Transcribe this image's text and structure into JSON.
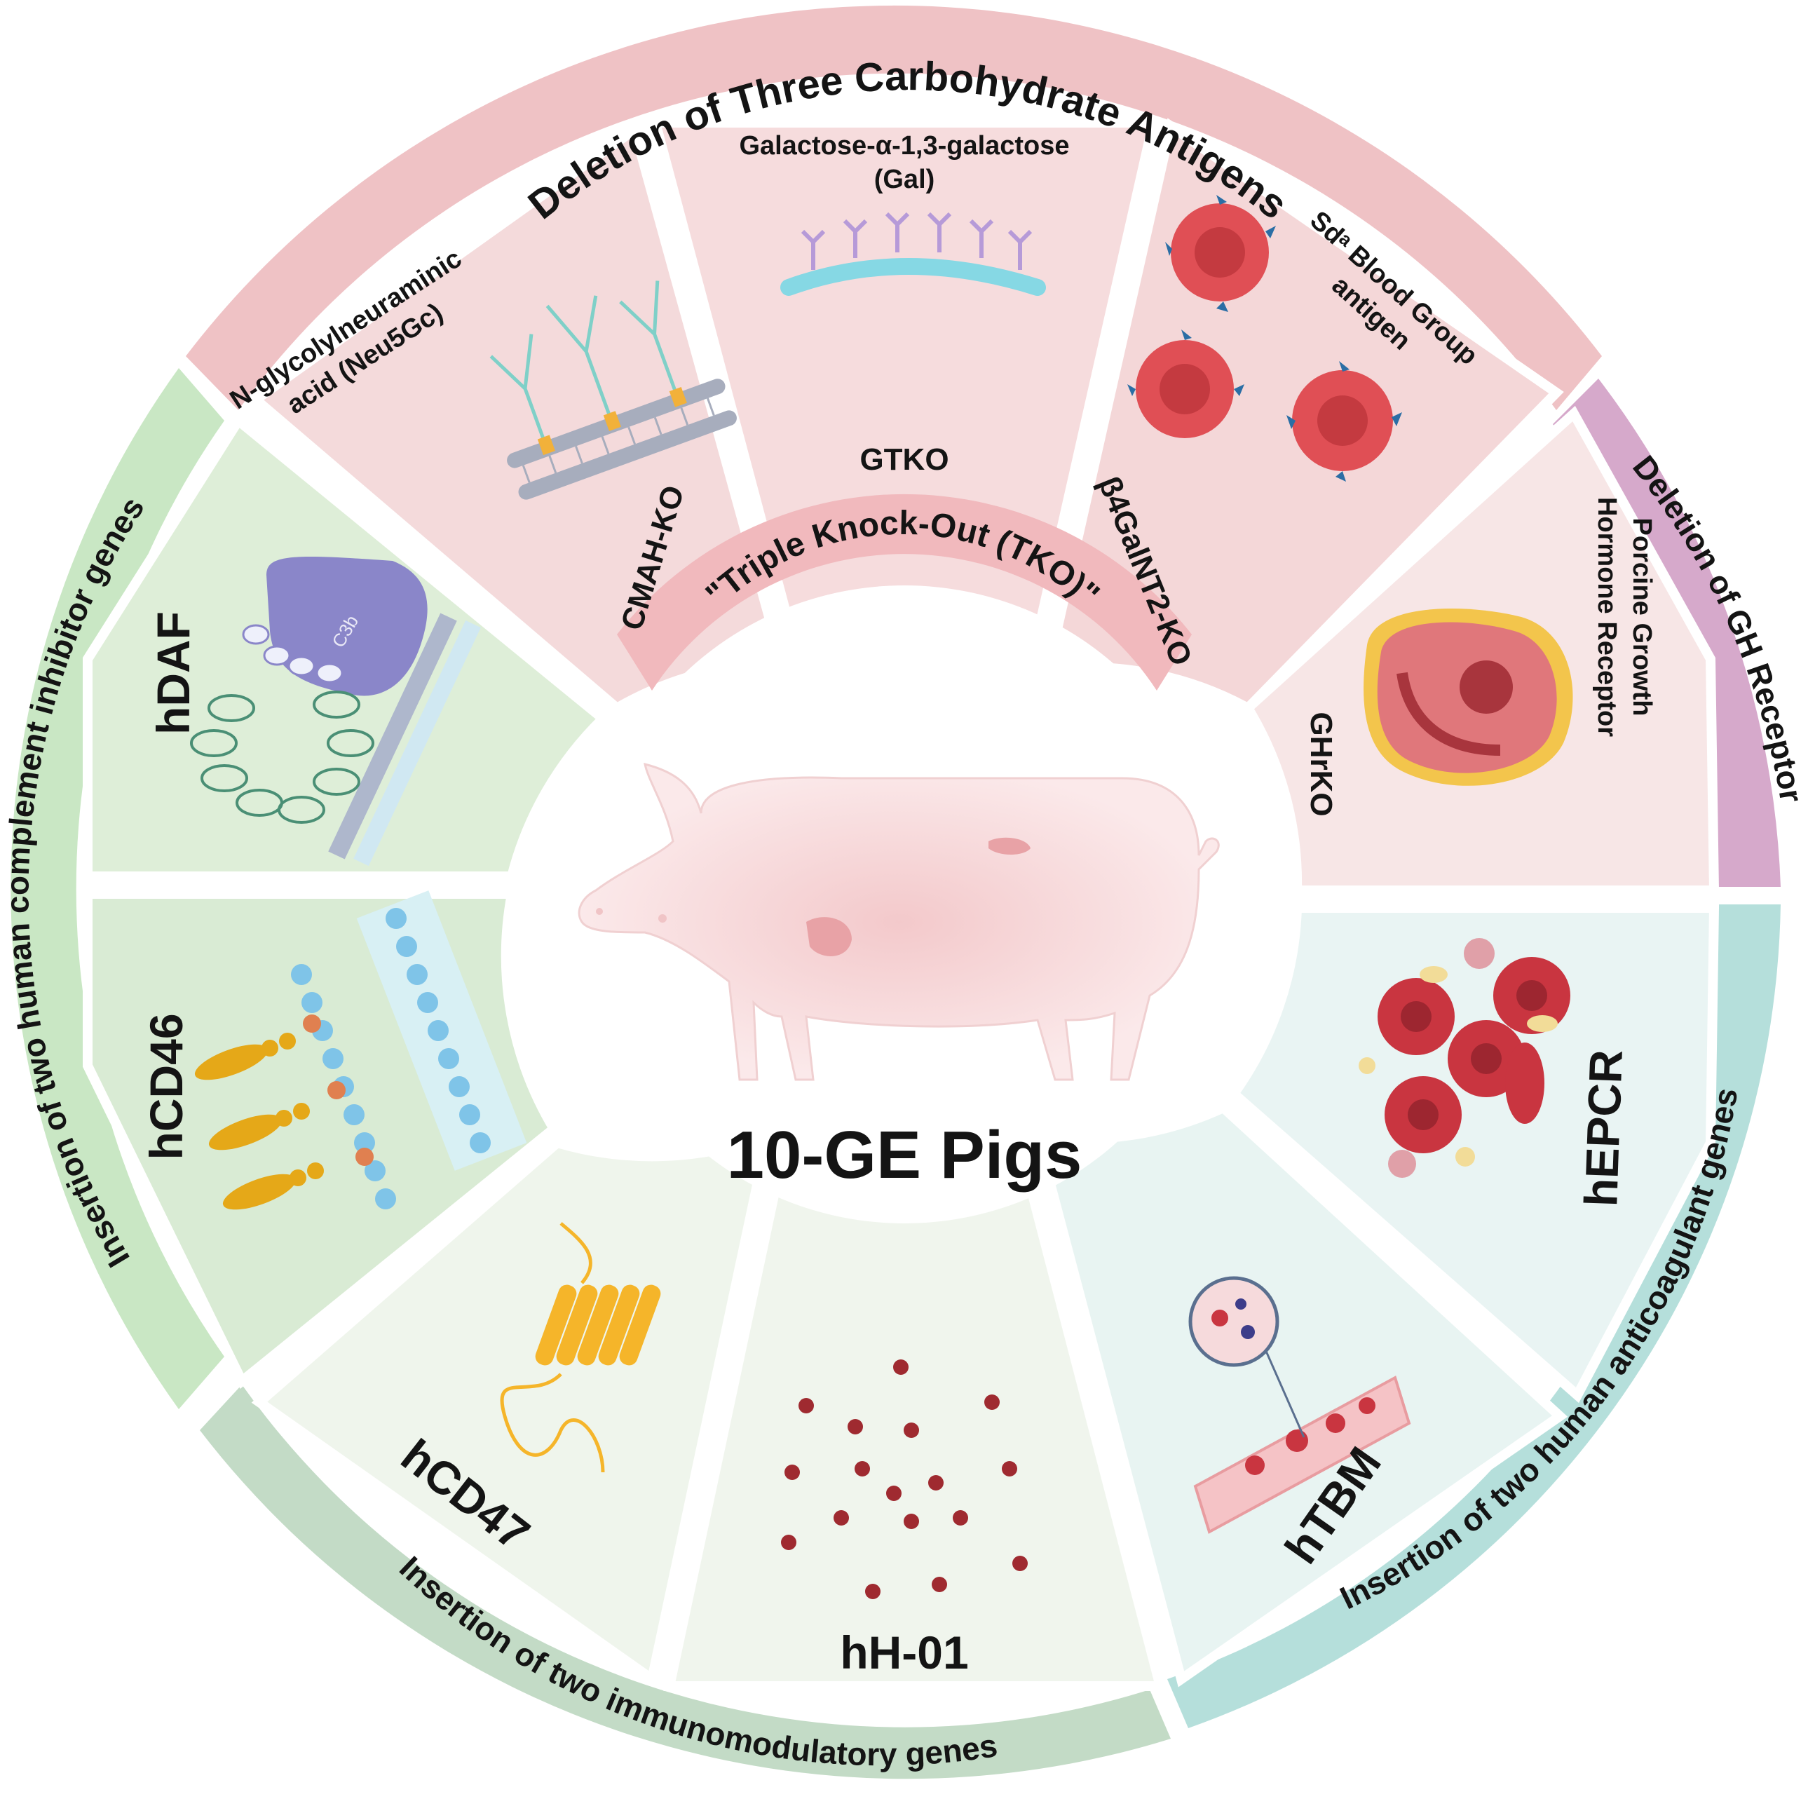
{
  "center": {
    "title": "10-GE Pigs"
  },
  "tko": {
    "label": "\"Triple Knock-Out (TKO)\""
  },
  "ring_labels": {
    "carbohydrate": "Deletion of Three Carbohydrate Antigens",
    "gh_receptor": "Deletion of  GH Receptor",
    "complement": "Insertion of two human complement inhibitor genes",
    "immunomodulatory": "Insertion of two immunomodulatory genes",
    "anticoagulant": "Insertion of two human anticoagulant genes"
  },
  "segments": {
    "neu5gc": {
      "title_line1": "N-glycolylneuraminic",
      "title_line2": "acid (Neu5Gc)",
      "ko": "CMAH-KO"
    },
    "gal": {
      "title_line1": "Galactose-α-1,3-galactose",
      "title_line2": "(Gal)",
      "ko": "GTKO"
    },
    "sda": {
      "title_line1": "Sdᵃ Blood Group",
      "title_line2": "antigen",
      "ko": "β4GalNT2-KO"
    },
    "ghr": {
      "title_line1": "Porcine Growth",
      "title_line2": "Hormone Receptor",
      "ko": "GHrKO"
    },
    "hepcr": {
      "gene": "hEPCR"
    },
    "htbm": {
      "gene": "hTBM"
    },
    "hh01": {
      "gene": "hH-01"
    },
    "hcd47": {
      "gene": "hCD47"
    },
    "hcd46": {
      "gene": "hCD46"
    },
    "hdaf": {
      "gene": "hDAF",
      "protein": "C3b"
    }
  },
  "colors": {
    "carbohydrate_ring": "#efc2c5",
    "carbohydrate_segment": "#f6dcdd",
    "gh_ring": "#d6a9cb",
    "gh_segment": "#f7e6e6",
    "anticoagulant_ring": "#b5dfdb",
    "anticoagulant_segment": "#e8f4f3",
    "immuno_ring": "#c3dbc6",
    "immuno_segment": "#eff5ec",
    "complement_ring": "#c9e7c4",
    "complement_segment": "#deeed8"
  }
}
